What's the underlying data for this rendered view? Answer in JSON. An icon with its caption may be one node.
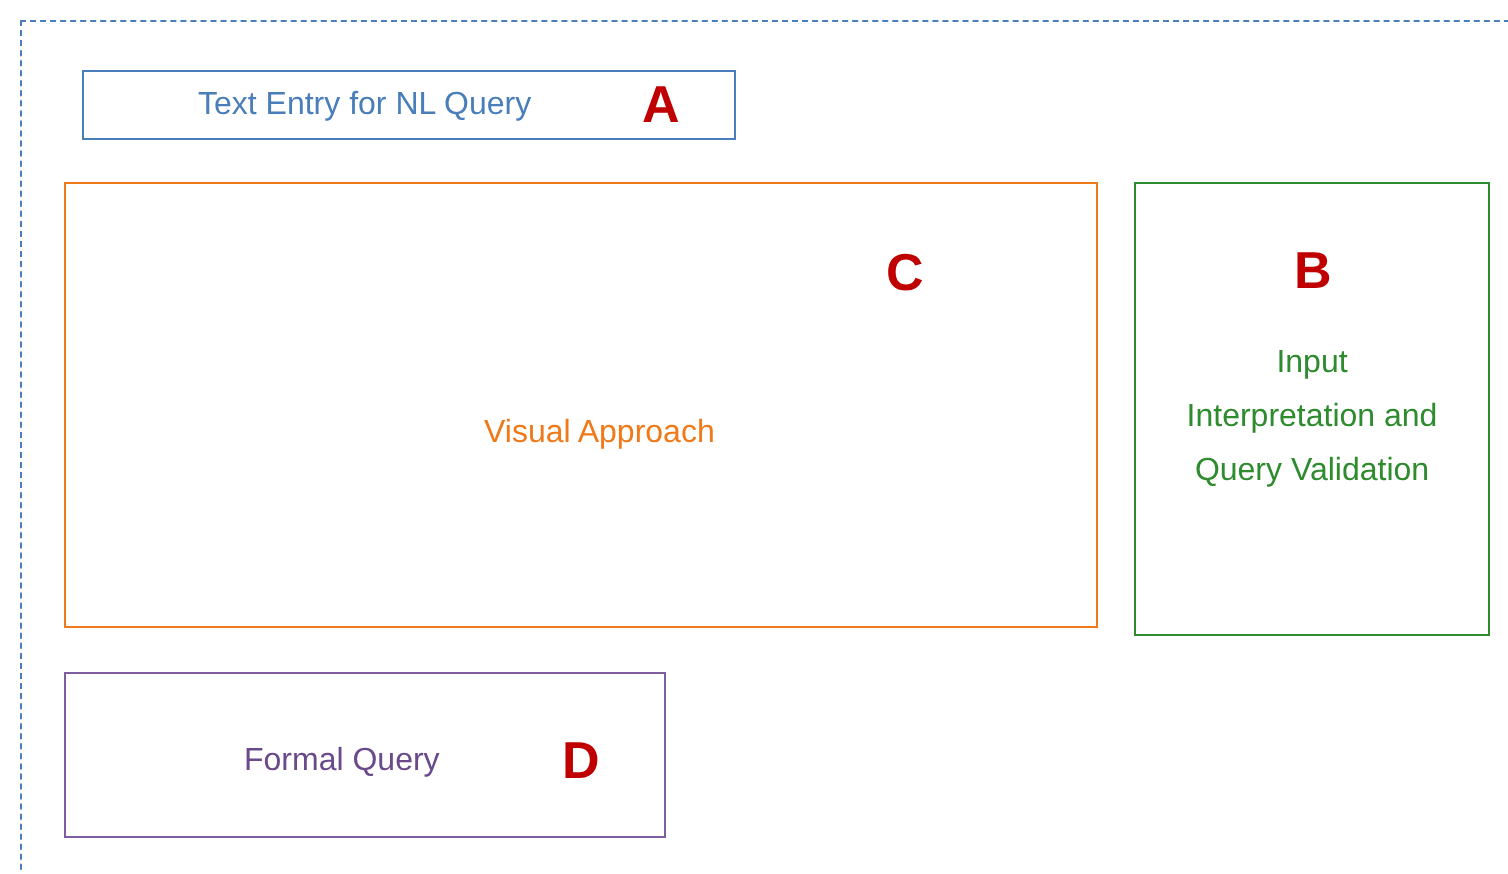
{
  "diagram": {
    "nodes": [
      {
        "text": [],
        "shape": "box"
      },
      {
        "text": [
          "Text Entry for NL Query",
          "A"
        ],
        "in": 0
      },
      {
        "text": [
          "C",
          "Visual Approach"
        ],
        "in": 0
      },
      {
        "text": [
          "B",
          "Input Interpretation and Query Validation"
        ],
        "in": 0
      },
      {
        "text": [
          "Formal Query",
          "D"
        ],
        "in": 0
      }
    ]
  }
}
